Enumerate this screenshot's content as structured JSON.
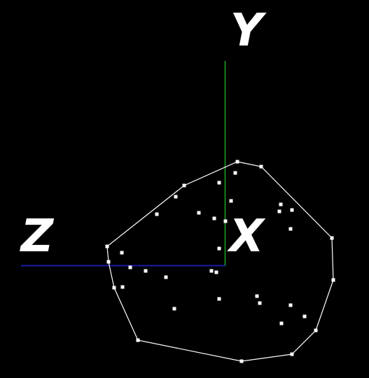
{
  "axes": {
    "x_label": "X",
    "y_label": "Y",
    "z_label": "Z",
    "y_color": "#22aa22",
    "z_color": "#1a1aa8"
  },
  "colors": {
    "background": "#000000",
    "points": "#ffffff",
    "hull": "#ffffff"
  },
  "points_count": 43
}
